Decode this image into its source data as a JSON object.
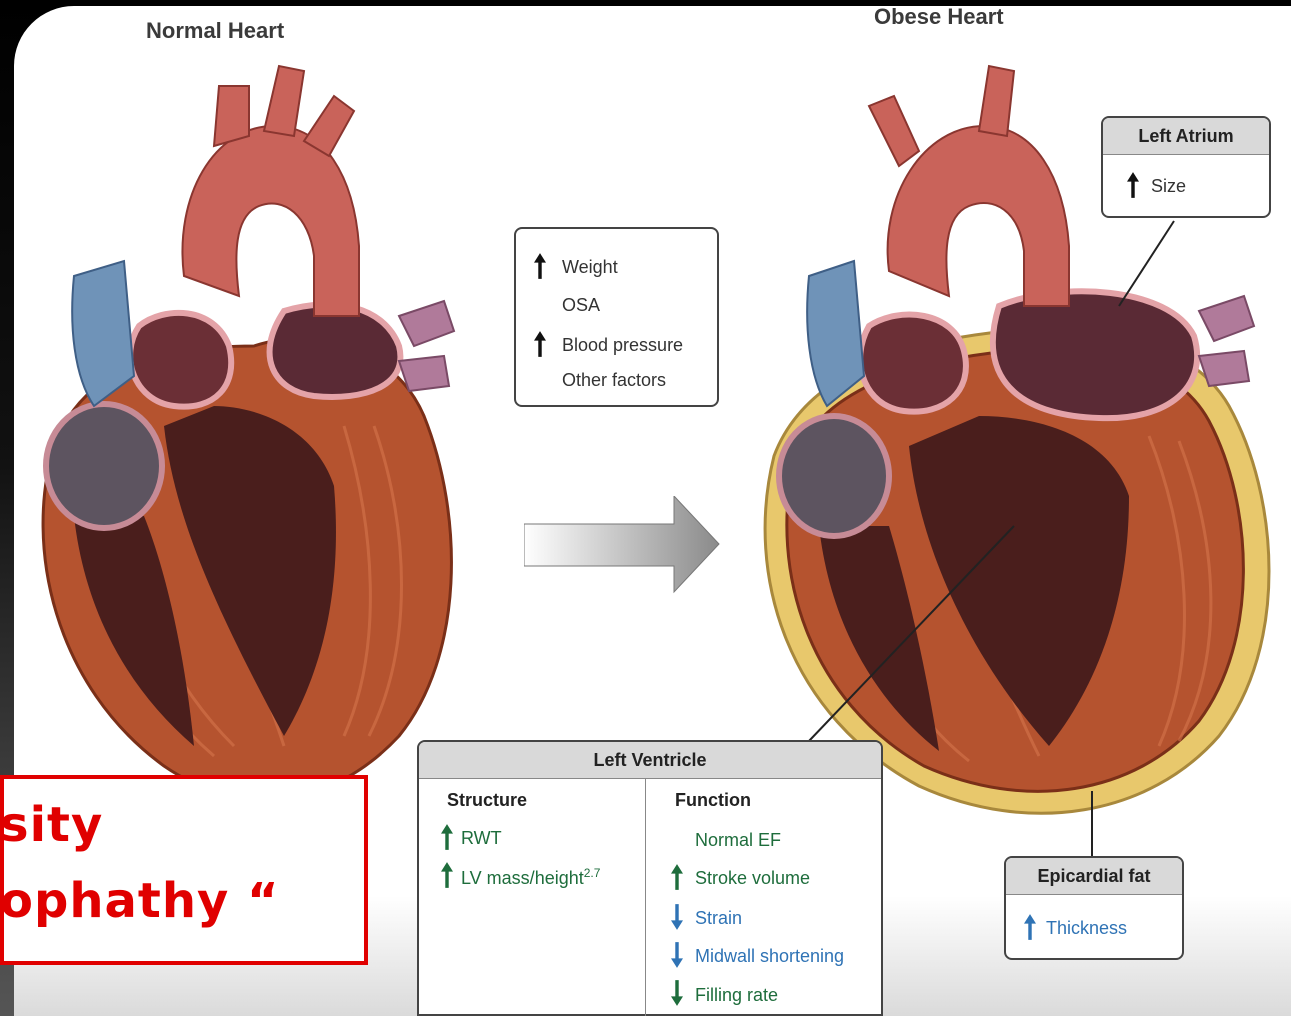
{
  "normal_heart": {
    "title": "Normal Heart"
  },
  "obese_heart": {
    "title": "Obese Heart"
  },
  "factors": {
    "items": [
      {
        "label": "Weight",
        "arrow": "up"
      },
      {
        "label": "OSA",
        "arrow": "none"
      },
      {
        "label": "Blood pressure",
        "arrow": "up"
      },
      {
        "label": "Other factors",
        "arrow": "none"
      }
    ]
  },
  "left_atrium": {
    "title": "Left Atrium",
    "item": "Size",
    "arrow": "up"
  },
  "left_ventricle": {
    "title": "Left Ventricle",
    "structure": {
      "title": "Structure",
      "items": [
        {
          "label": "RWT",
          "arrow": "up"
        },
        {
          "label": "LV mass/height",
          "superscript": "2.7",
          "arrow": "up"
        }
      ]
    },
    "function": {
      "title": "Function",
      "items": [
        {
          "label": "Normal EF",
          "arrow": "none"
        },
        {
          "label": "Stroke volume",
          "arrow": "up"
        },
        {
          "label": "Strain",
          "arrow": "down"
        },
        {
          "label": "Midwall shortening",
          "arrow": "down"
        },
        {
          "label": "Filling rate",
          "arrow": "down"
        }
      ]
    }
  },
  "epicardial_fat": {
    "title": "Epicardial fat",
    "item": "Thickness",
    "arrow": "up"
  },
  "overlay": {
    "line1": "sity",
    "line2": "ophathy “"
  },
  "colors": {
    "overlay_red": "#e00000",
    "structure_green": "#1e6d3c",
    "function_blue": "#2f73b5",
    "myocardium": "#b5532f",
    "chamber": "#4a1e1c",
    "aorta": "#c9635a",
    "vena_cava": "#6f93b8",
    "epicardial_fat": "#e8c86c"
  }
}
